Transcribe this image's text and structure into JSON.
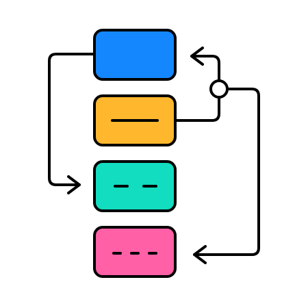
{
  "diagram": {
    "type": "flow-diagram-icon",
    "nodes": [
      {
        "id": "node-1",
        "color": "#1487FF",
        "marks": "none"
      },
      {
        "id": "node-2",
        "color": "#FFB82E",
        "marks": "one-long-line"
      },
      {
        "id": "node-3",
        "color": "#12DDC0",
        "marks": "two-dashes"
      },
      {
        "id": "node-4",
        "color": "#FF60A6",
        "marks": "three-dashes"
      }
    ],
    "connector": {
      "stroke_color": "#000000",
      "junction": "circle"
    },
    "edges": [
      {
        "from": "node-1",
        "to": "node-3",
        "side": "left",
        "arrow": "end"
      },
      {
        "from": "node-2",
        "to": "junction",
        "side": "right",
        "arrow": "none"
      },
      {
        "from": "junction",
        "to": "node-1",
        "side": "right",
        "arrow": "end"
      },
      {
        "from": "junction",
        "to": "node-4",
        "side": "right",
        "arrow": "end"
      }
    ]
  }
}
